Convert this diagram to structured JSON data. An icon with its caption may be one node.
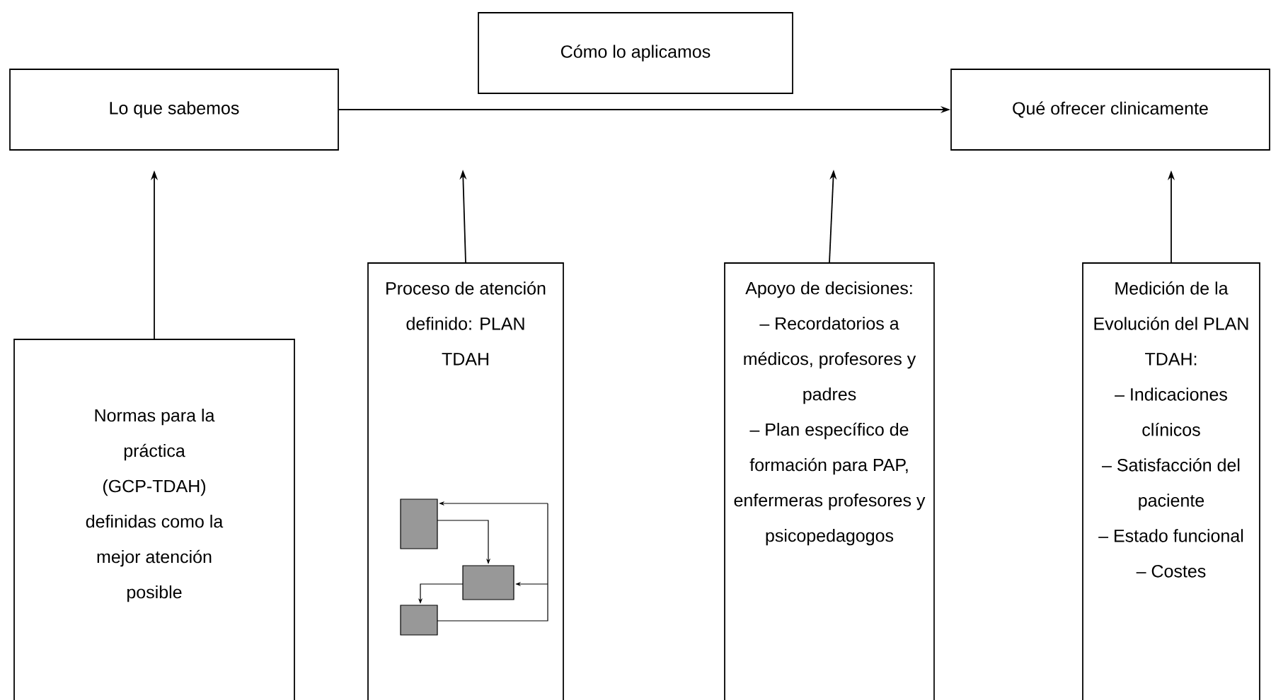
{
  "diagram": {
    "nodes": [
      {
        "text": [
          "Cómo lo aplicamos"
        ]
      },
      {
        "text": [
          "Lo que sabemos"
        ]
      },
      {
        "text": [
          "Qué ofrecer clinicamente"
        ]
      },
      {
        "text": [
          "Normas para la práctica (GCP-TDAH) definidas como la mejor atención posible"
        ]
      },
      {
        "text": [
          "Proceso de atención definido: PLAN TDAH"
        ]
      },
      {
        "text": [
          "Apoyo de decisiones:",
          "– Recordatorios a médicos, profesores y padres",
          "– Plan específico de formación para PAP, enfermeras profesores y psicopedagogos"
        ]
      },
      {
        "text": [
          "Medición de la Evolución del PLAN TDAH:",
          "– Indicaciones clínicos",
          "– Satisfacción del paciente",
          "– Estado funcional",
          "– Costes"
        ]
      }
    ],
    "edges": [
      {
        "from": 1,
        "to": 2,
        "arrow": "to"
      },
      {
        "from": 3,
        "to": 1,
        "arrow": "to"
      },
      {
        "from": 4,
        "to": null,
        "arrow": "to"
      },
      {
        "from": 5,
        "to": null,
        "arrow": "to"
      },
      {
        "from": 6,
        "to": 2,
        "arrow": "to"
      }
    ]
  }
}
